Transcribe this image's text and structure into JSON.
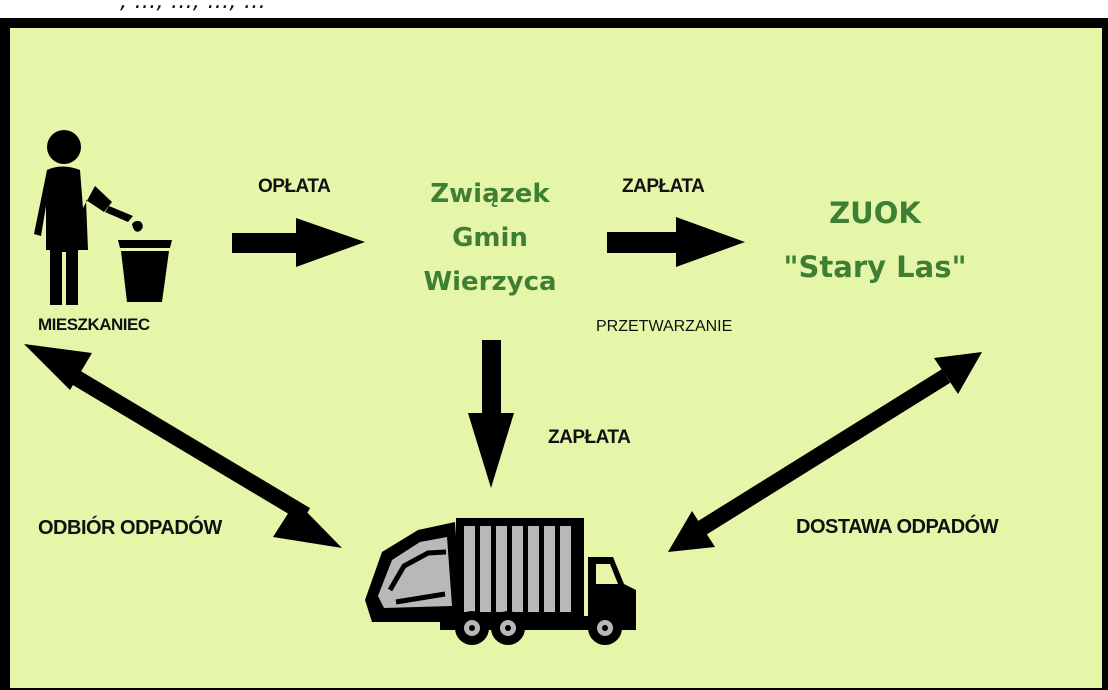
{
  "header_fragment": ", ..., ..., ..., ...",
  "labels": {
    "resident": "MIESZKANIEC",
    "fee": "OPŁATA",
    "union": [
      "Związek",
      "Gmin",
      "Wierzyca"
    ],
    "payment_top": "ZAPŁATA",
    "zuok": [
      "ZUOK",
      "\"Stary Las\""
    ],
    "processing": "PRZETWARZANIE",
    "payment_down": "ZAPŁATA",
    "collection": "ODBIÓR ODPADÓW",
    "delivery": "DOSTAWA ODPADÓW"
  },
  "colors": {
    "background": "#e6f6a8",
    "frame": "#000000",
    "green_text": "#3e7f34",
    "arrows": "#000000"
  },
  "icons": [
    "person-trash-icon",
    "garbage-truck-icon"
  ]
}
